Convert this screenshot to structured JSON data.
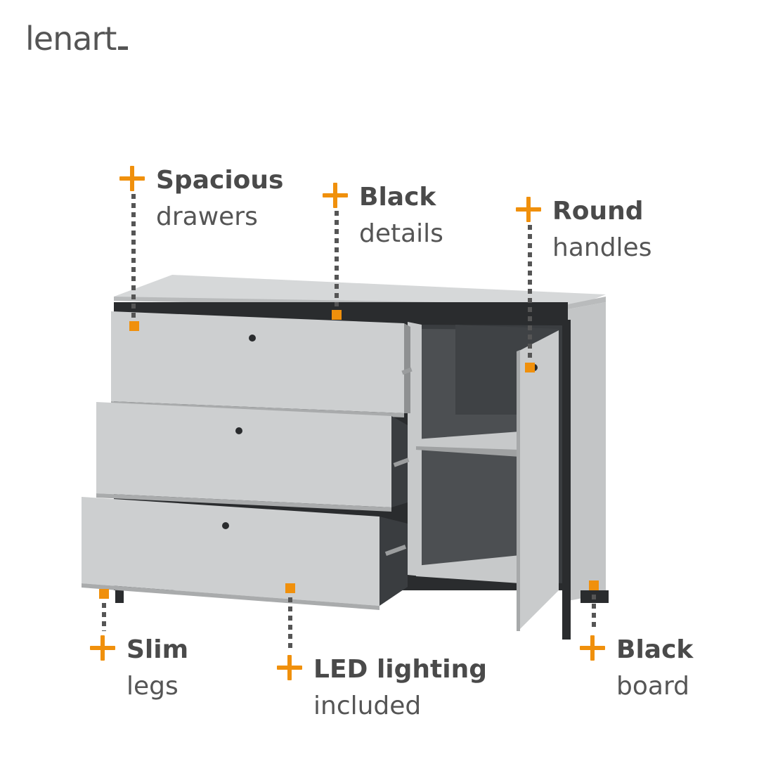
{
  "brand": {
    "name": "lenart"
  },
  "colors": {
    "accent": "#f0900c",
    "text": "#4a4a4a",
    "body": "#c9cbcc",
    "frame": "#2a2c2e"
  },
  "features": [
    {
      "id": "spacious-drawers",
      "title": "Spacious",
      "subtitle": "drawers"
    },
    {
      "id": "black-details",
      "title": "Black",
      "subtitle": "details"
    },
    {
      "id": "round-handles",
      "title": "Round",
      "subtitle": "handles"
    },
    {
      "id": "slim-legs",
      "title": "Slim",
      "subtitle": "legs"
    },
    {
      "id": "led-lighting",
      "title": "LED lighting",
      "subtitle": "included"
    },
    {
      "id": "black-board",
      "title": "Black",
      "subtitle": "board"
    }
  ],
  "icons": {
    "callout": "plus-icon",
    "marker": "square-marker-icon"
  }
}
